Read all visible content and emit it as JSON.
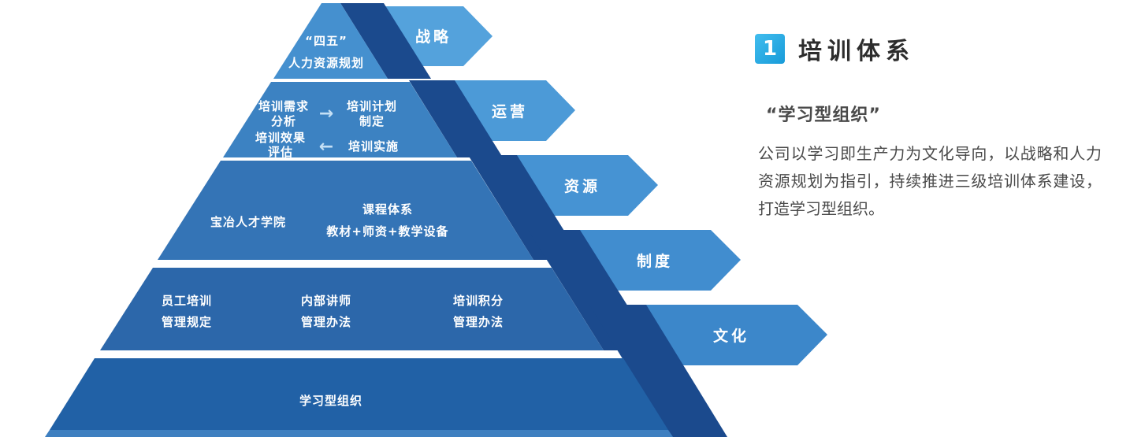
{
  "heading": {
    "badge": "1",
    "title": "培训体系"
  },
  "intro": {
    "subtitle": "“学习型组织”",
    "body": "公司以学习即生产力为文化导向，以战略和人力资源规划为指引，持续推进三级培训体系建设，打造学习型组织。"
  },
  "pyramid": {
    "banners": [
      "战略",
      "运营",
      "资源",
      "制度",
      "文化"
    ],
    "strategy": {
      "line1": "“四五”",
      "line2": "人力资源规划"
    },
    "operation": {
      "need1": "培训需求",
      "need2": "分析",
      "plan1": "培训计划",
      "plan2": "制定",
      "flow_right": "→",
      "effect1": "培训效果",
      "effect2": "评估",
      "impl": "培训实施",
      "flow_left": "←"
    },
    "resource": {
      "academy": "宝冶人才学院",
      "course": "课程体系",
      "materials": "教材+师资+教学设备"
    },
    "system": {
      "item1_l1": "员工培训",
      "item1_l2": "管理规定",
      "item2_l1": "内部讲师",
      "item2_l2": "管理办法",
      "item3_l1": "培训积分",
      "item3_l2": "管理办法"
    },
    "culture": {
      "label": "学习型组织"
    }
  },
  "colors": {
    "layer1": "#4590cf",
    "layer2": "#3c82c2",
    "layer3": "#3474b6",
    "layer4": "#2c67aa",
    "layer5": "#2161a6",
    "shadow": "#1b4a8d",
    "arrow1": "#54a2dc",
    "arrow2": "#4c9ad7",
    "arrow3": "#4693d3",
    "arrow4": "#418dcf",
    "arrow5": "#3c87ca",
    "base_strip": "#3e7fc0",
    "badge_accent": "#29a8e0"
  }
}
